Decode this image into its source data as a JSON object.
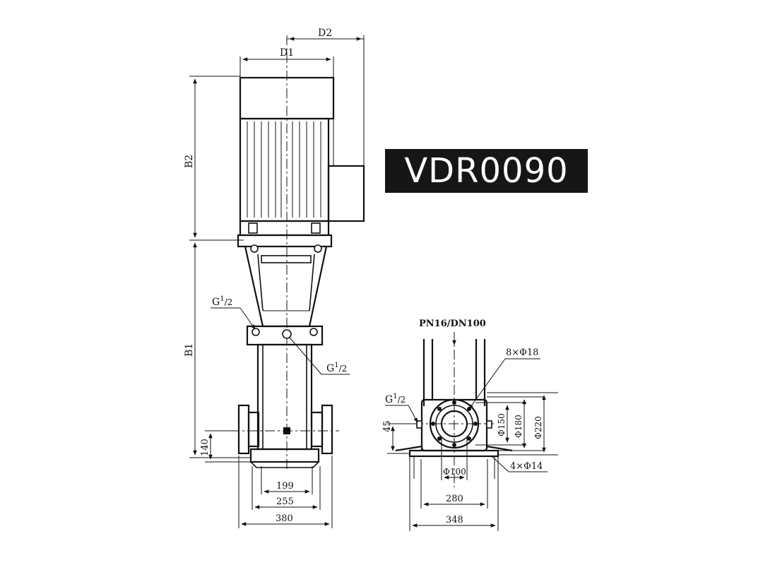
{
  "model_label": "VDR0090",
  "side_view": {
    "dims": {
      "d2": "D2",
      "d1": "D1",
      "b2": "B2",
      "b1": "B1",
      "height_140": "140",
      "width_199": "199",
      "width_255": "255",
      "width_380": "380"
    },
    "port_upper": "G",
    "port_upper_sup": "1",
    "port_upper_sub": "2",
    "port_lower": "G",
    "port_lower_sup": "1",
    "port_lower_sub": "2"
  },
  "front_view": {
    "flange_label": "PN16/DN100",
    "bolt_holes": "8×Φ18",
    "port": "G",
    "port_sup": "1",
    "port_sub": "2",
    "height_45": "45",
    "dia_150": "Φ150",
    "dia_180": "Φ180",
    "dia_220": "Φ220",
    "dia_100": "Φ100",
    "base_holes": "4×Φ14",
    "width_280": "280",
    "width_348": "348"
  }
}
